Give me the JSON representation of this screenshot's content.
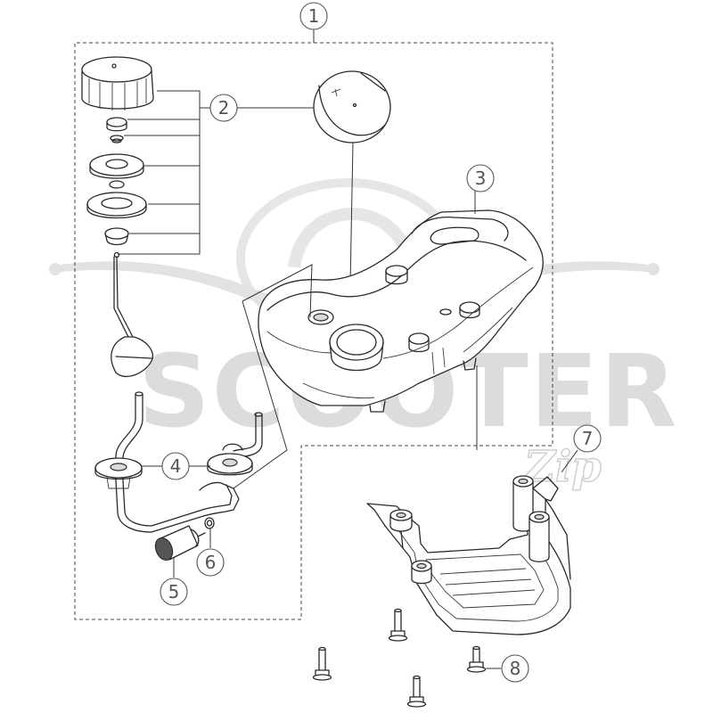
{
  "watermark": {
    "text": "SCOOTER",
    "suffix": "Zip"
  },
  "callouts": [
    {
      "id": "1",
      "label": "1"
    },
    {
      "id": "2",
      "label": "2"
    },
    {
      "id": "3",
      "label": "3"
    },
    {
      "id": "4",
      "label": "4"
    },
    {
      "id": "5",
      "label": "5"
    },
    {
      "id": "6",
      "label": "6"
    },
    {
      "id": "7",
      "label": "7"
    },
    {
      "id": "8",
      "label": "8"
    }
  ]
}
